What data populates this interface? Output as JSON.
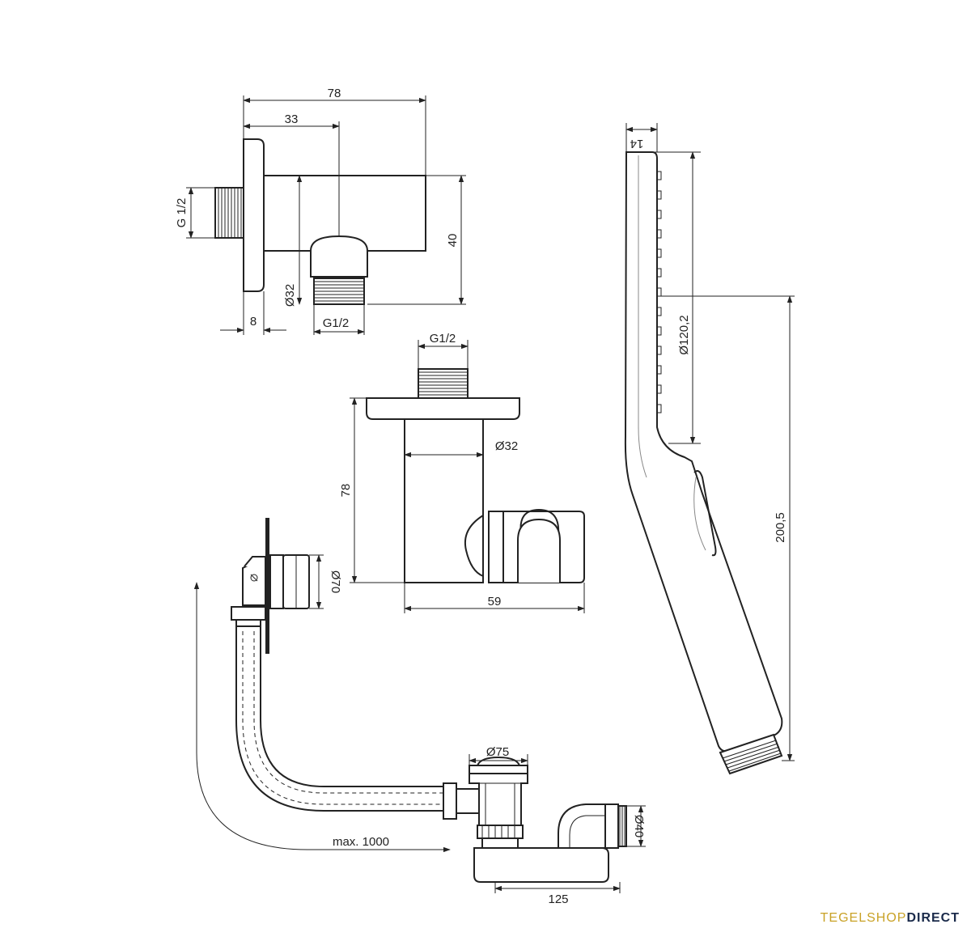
{
  "dimensions": {
    "elbow_width": "78",
    "elbow_axis": "33",
    "elbow_thread": "G 1/2",
    "elbow_height": "40",
    "elbow_diameter": "Ø32",
    "elbow_flange": "8",
    "elbow_outlet_thread": "G1/2",
    "holder_thread": "G1/2",
    "holder_diameter": "Ø32",
    "holder_height": "78",
    "holder_depth": "59",
    "shower_head_depth": "14",
    "shower_head_diameter": "Ø120,2",
    "shower_length": "200,5",
    "overflow_diameter": "Ø70",
    "waste_diameter": "Ø75",
    "outlet_diameter": "Ø40",
    "trap_width": "125",
    "hose_length": "max. 1000"
  },
  "brand": {
    "part1": "TEGELSHOP",
    "part2": "DIRECT"
  }
}
